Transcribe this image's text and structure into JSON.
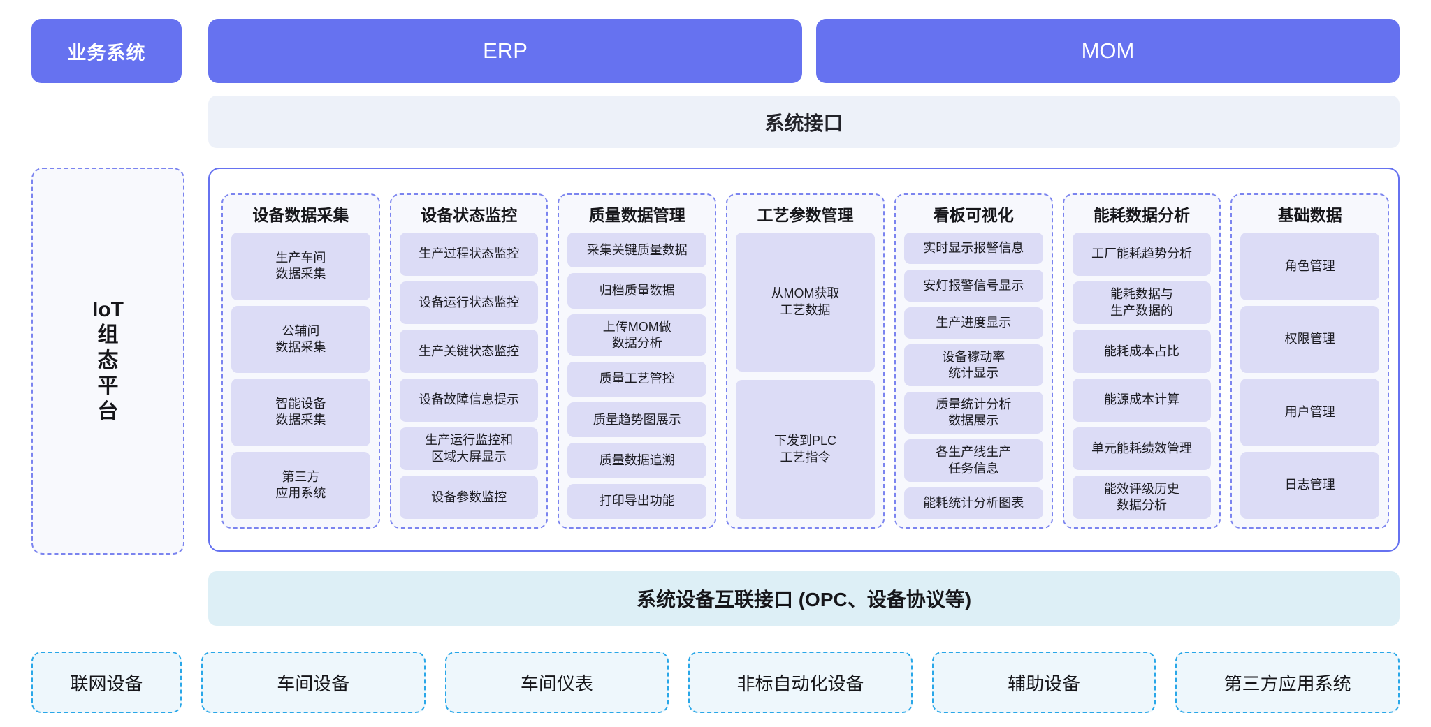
{
  "top_row": {
    "business_tag": "业务系统",
    "systems": [
      {
        "label": "ERP"
      },
      {
        "label": "MOM"
      }
    ]
  },
  "system_interface_bar": {
    "label": "系统接口"
  },
  "left_panel": {
    "line1": "IoT",
    "vertical_chars": [
      "组",
      "态",
      "平",
      "台"
    ]
  },
  "platform_columns": [
    {
      "title": "设备数据采集",
      "layout": "grow",
      "items": [
        "生产车间\n数据采集",
        "公辅问\n数据采集",
        "智能设备\n数据采集",
        "第三方\n应用系统"
      ]
    },
    {
      "title": "设备状态监控",
      "layout": "grow",
      "items": [
        "生产过程状态监控",
        "设备运行状态监控",
        "生产关键状态监控",
        "设备故障信息提示",
        "生产运行监控和\n区域大屏显示",
        "设备参数监控"
      ]
    },
    {
      "title": "质量数据管理",
      "layout": "grow",
      "items": [
        "采集关键质量数据",
        "归档质量数据",
        "上传MOM做\n数据分析",
        "质量工艺管控",
        "质量趋势图展示",
        "质量数据追溯",
        "打印导出功能"
      ]
    },
    {
      "title": "工艺参数管理",
      "layout": "tall",
      "items": [
        "从MOM获取\n工艺数据",
        "下发到PLC\n工艺指令"
      ]
    },
    {
      "title": "看板可视化",
      "layout": "grow",
      "items": [
        "实时显示报警信息",
        "安灯报警信号显示",
        "生产进度显示",
        "设备稼动率\n统计显示",
        "质量统计分析\n数据展示",
        "各生产线生产\n任务信息",
        "能耗统计分析图表"
      ]
    },
    {
      "title": "能耗数据分析",
      "layout": "grow",
      "items": [
        "工厂能耗趋势分析",
        "能耗数据与\n生产数据的",
        "能耗成本占比",
        "能源成本计算",
        "单元能耗绩效管理",
        "能效评级历史\n数据分析"
      ]
    },
    {
      "title": "基础数据",
      "layout": "grow",
      "items": [
        "角色管理",
        "权限管理",
        "用户管理",
        "日志管理"
      ]
    }
  ],
  "opc_bar": {
    "label": "系统设备互联接口 (OPC、设备协议等)"
  },
  "device_row": [
    {
      "label": "联网设备",
      "width": "small"
    },
    {
      "label": "车间设备",
      "width": "reg"
    },
    {
      "label": "车间仪表",
      "width": "reg"
    },
    {
      "label": "非标自动化设备",
      "width": "reg"
    },
    {
      "label": "辅助设备",
      "width": "reg"
    },
    {
      "label": "第三方应用系统",
      "width": "reg"
    }
  ],
  "colors": {
    "primary_blue": "#6672f0",
    "dashed_purple": "#7b84ef",
    "dashed_cyan": "#29a7e8",
    "sub_card_fill": "#dcdcf6",
    "interface_bar_fill": "#edf1f9",
    "opc_bar_fill": "#ddeff6",
    "device_box_fill": "#eef7fc",
    "panel_fill": "#f7f8fd"
  }
}
